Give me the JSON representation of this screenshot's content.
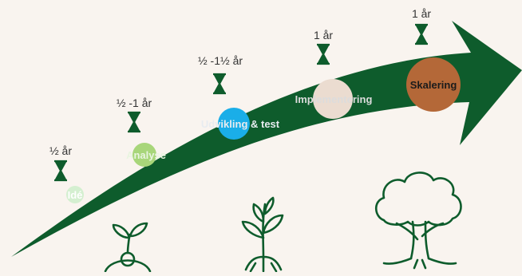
{
  "colors": {
    "background": "#f9f4ef",
    "arrow": "#0e5c2c",
    "icon": "#0e5c2c",
    "phase_text": "#333333"
  },
  "phases": [
    {
      "label": "Idé",
      "duration": "½ år",
      "color": "#d4efd0",
      "text_color": "#ffffff"
    },
    {
      "label": "Analyse",
      "duration": "½ -1 år",
      "color": "#a8d67a",
      "text_color": "#e9f5e0"
    },
    {
      "label": "Udvikling & test",
      "duration": "½ -1½ år",
      "color": "#1aaee8",
      "text_color": "#e8ecf0"
    },
    {
      "label": "Implementering",
      "duration": "1 år",
      "color": "#ebdcd0",
      "text_color": "#dcdcdc"
    },
    {
      "label": "Skalering",
      "duration": "1 år",
      "color": "#b46838",
      "text_color": "#1b1b1b"
    }
  ],
  "icons": {
    "timer": "hourglass-icon",
    "growth": [
      "seedling-icon",
      "young-plant-icon",
      "tree-icon"
    ]
  }
}
